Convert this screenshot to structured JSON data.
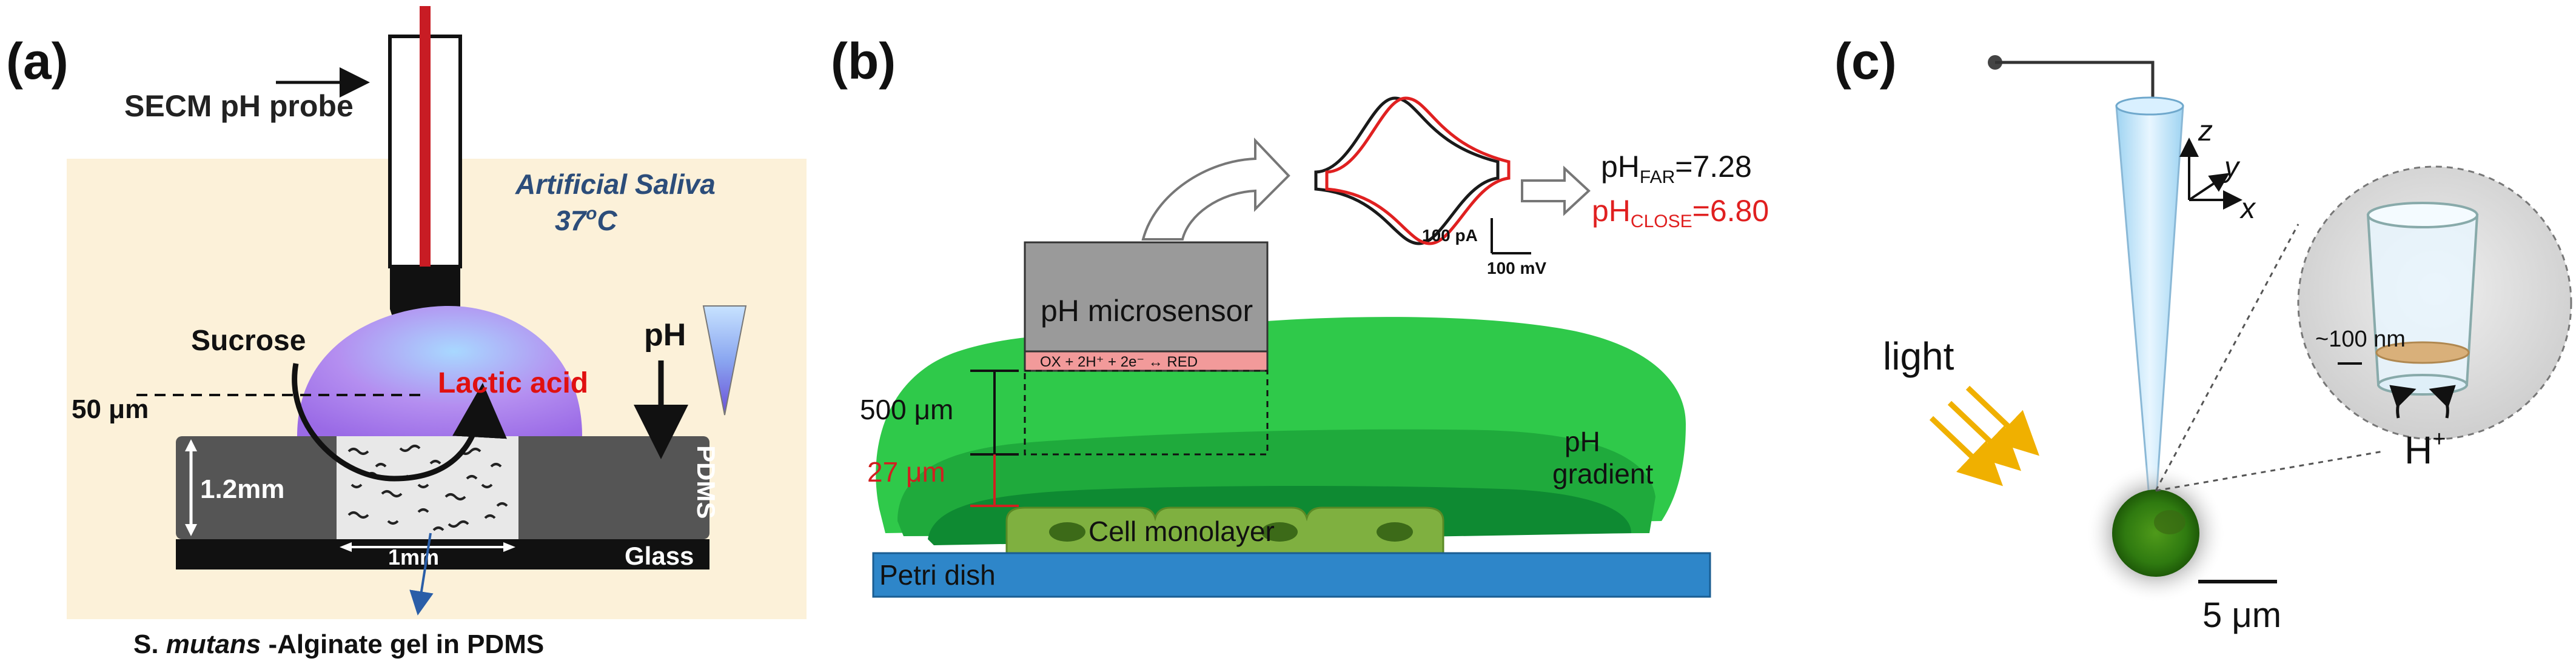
{
  "panel_a": {
    "label": "(a)",
    "probe_label": "SECM pH probe",
    "medium_line1": "Artificial Saliva",
    "medium_line2": "37",
    "medium_temp_sup": "o",
    "medium_temp_unit": "C",
    "sucrose": "Sucrose",
    "lactic_acid": "Lactic acid",
    "ph": "pH",
    "distance": "50 μm",
    "height": "1.2mm",
    "width": "1mm",
    "pdms": "PDMS",
    "glass": "Glass",
    "caption_pre": "S. ",
    "caption_italic": "mutans",
    "caption_post": " -Alginate gel in PDMS"
  },
  "panel_b": {
    "label": "(b)",
    "sensor": "pH microsensor",
    "reaction": "OX + 2H⁺ + 2e⁻ ↔ RED",
    "ph_far_pre": "pH",
    "ph_far_sub": "FAR",
    "ph_far_val": "=7.28",
    "ph_close_pre": "pH",
    "ph_close_sub": "CLOSE",
    "ph_close_val": "=6.80",
    "scale_current": "100 pA",
    "scale_voltage": "100 mV",
    "dist_far": "500 μm",
    "dist_close": "27 μm",
    "gradient_line1": "pH",
    "gradient_line2": "gradient",
    "cells": "Cell monolayer",
    "dish": "Petri dish",
    "colors": {
      "far": "#1a1a1a",
      "close": "#e02020",
      "gel": "#2fc94a",
      "dish": "#2e86c9"
    }
  },
  "panel_c": {
    "label": "(c)",
    "light": "light",
    "axis_z": "z",
    "axis_y": "y",
    "axis_x": "x",
    "size": "~100 nm",
    "proton": "H",
    "proton_sup": "+",
    "scale": "5 μm"
  }
}
